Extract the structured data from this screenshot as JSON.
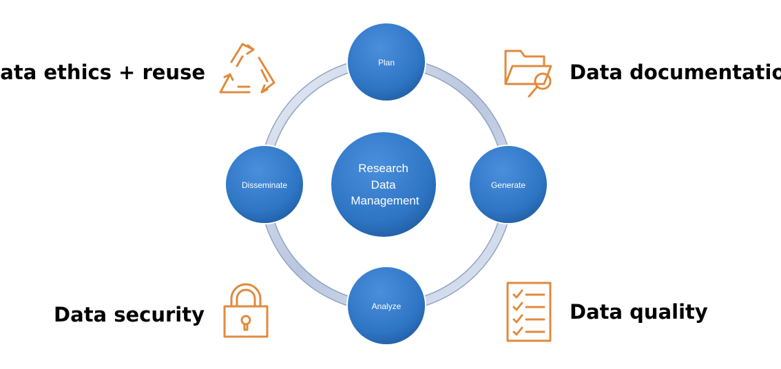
{
  "diagram": {
    "center": {
      "lines": [
        "Research",
        "Data",
        "Management"
      ]
    },
    "stages": [
      {
        "id": "plan",
        "label": "Plan"
      },
      {
        "id": "generate",
        "label": "Generate"
      },
      {
        "id": "analyze",
        "label": "Analyze"
      },
      {
        "id": "disseminate",
        "label": "Disseminate"
      }
    ],
    "corners": {
      "top_left": {
        "label": "Data ethics + reuse",
        "icon": "recycle-icon"
      },
      "top_right": {
        "label": "Data documentation",
        "icon": "folder-search-icon"
      },
      "bottom_left": {
        "label": "Data security",
        "icon": "padlock-icon"
      },
      "bottom_right": {
        "label": "Data quality",
        "icon": "checklist-icon"
      }
    }
  },
  "colors": {
    "node_fill": "#2e75c4",
    "node_fill_dark": "#1f5a9e",
    "node_text": "#ffffff",
    "ring": "#c9d3e6",
    "icon_stroke": "#e08a3c",
    "label_text": "#000000"
  }
}
